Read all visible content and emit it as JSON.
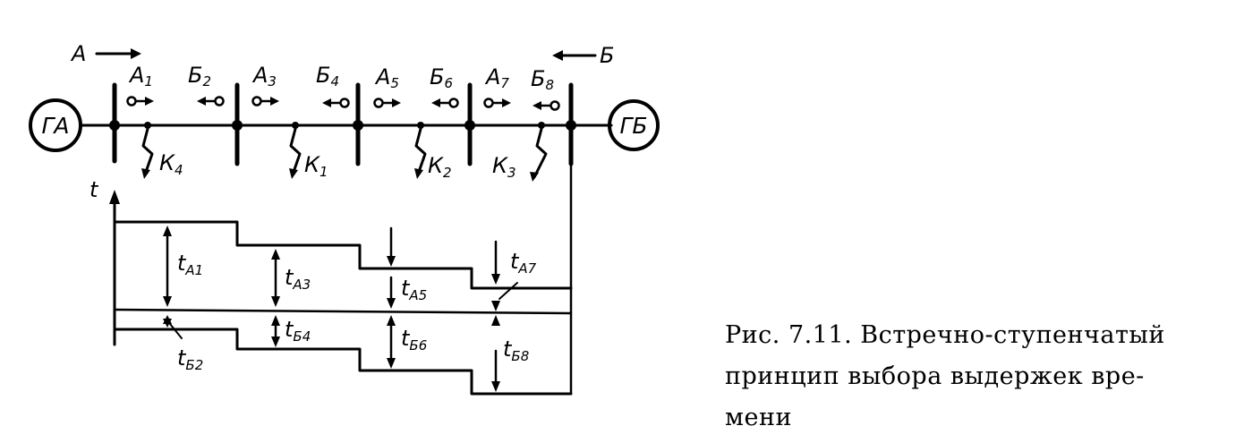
{
  "diagram": {
    "directions": {
      "a": "А",
      "b": "Б"
    },
    "generators": {
      "left": "ГА",
      "right": "ГБ"
    },
    "protections": [
      {
        "letter": "А",
        "index": "1"
      },
      {
        "letter": "Б",
        "index": "2"
      },
      {
        "letter": "А",
        "index": "3"
      },
      {
        "letter": "Б",
        "index": "4"
      },
      {
        "letter": "А",
        "index": "5"
      },
      {
        "letter": "Б",
        "index": "6"
      },
      {
        "letter": "А",
        "index": "7"
      },
      {
        "letter": "Б",
        "index": "8"
      }
    ],
    "faults": [
      {
        "letter": "К",
        "index": "4"
      },
      {
        "letter": "К",
        "index": "1"
      },
      {
        "letter": "К",
        "index": "2"
      },
      {
        "letter": "К",
        "index": "3"
      }
    ],
    "time_axis_label": "t",
    "time_delays": [
      {
        "letter": "t",
        "sub": "А1"
      },
      {
        "letter": "t",
        "sub": "Б2"
      },
      {
        "letter": "t",
        "sub": "А3"
      },
      {
        "letter": "t",
        "sub": "Б4"
      },
      {
        "letter": "t",
        "sub": "А5"
      },
      {
        "letter": "t",
        "sub": "Б6"
      },
      {
        "letter": "t",
        "sub": "А7"
      },
      {
        "letter": "t",
        "sub": "Б8"
      }
    ]
  },
  "caption": {
    "line1": "Рис. 7.11. Встречно-ступенчатый",
    "line2": "принцип выбора выдержек вре-",
    "line3": "мени"
  }
}
